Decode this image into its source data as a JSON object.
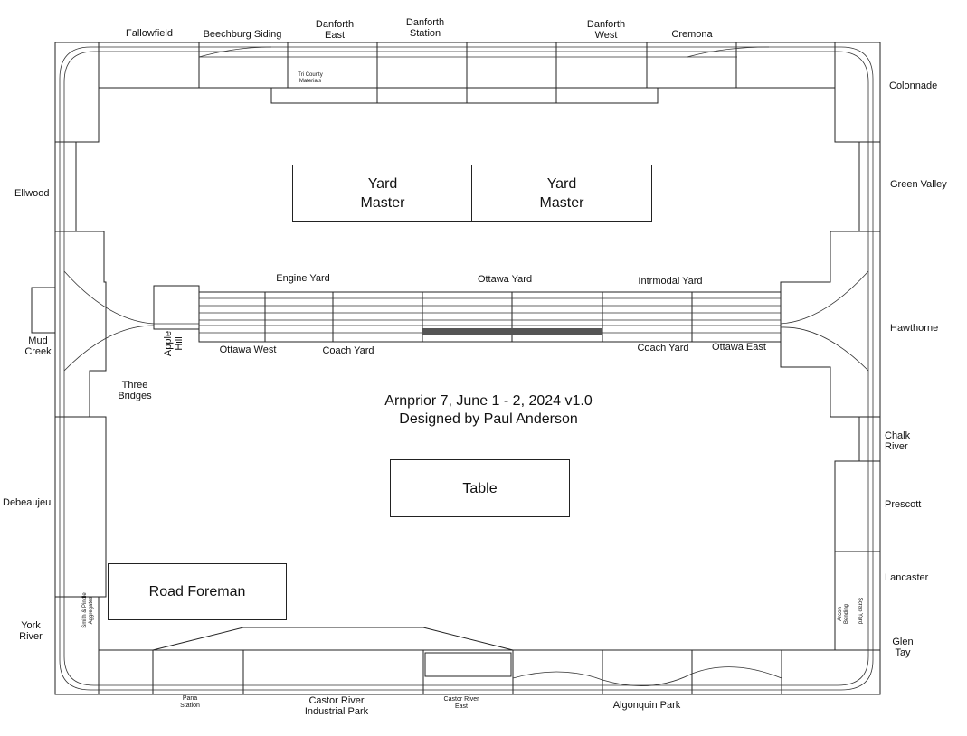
{
  "layout_title": {
    "line1": "Arnprior 7, June 1 - 2, 2024 v1.0",
    "line2": "Designed by Paul Anderson"
  },
  "rooms": {
    "yard_master_1": "Yard\nMaster",
    "yard_master_2": "Yard\nMaster",
    "table": "Table",
    "road_foreman": "Road Foreman"
  },
  "stations": {
    "fallowfield": "Fallowfield",
    "beechburg": "Beechburg Siding",
    "danforth_east": "Danforth\nEast",
    "danforth_station": "Danforth\nStation",
    "danforth_west": "Danforth\nWest",
    "cremona": "Cremona",
    "colonnade": "Colonnade",
    "green_valley": "Green Valley",
    "hawthorne": "Hawthorne",
    "chalk_river": "Chalk\nRiver",
    "prescott": "Prescott",
    "lancaster": "Lancaster",
    "glen_tay": "Glen\nTay",
    "algonquin_park": "Algonquin Park",
    "castor_river_ip": "Castor River\nIndustrial Park",
    "castor_river_east": "Castor River\nEast",
    "pana_station": "Pana\nStation",
    "york_river": "York\nRiver",
    "debeaujeu": "Debeaujeu",
    "mud_creek": "Mud\nCreek",
    "ellwood": "Ellwood",
    "three_bridges": "Three\nBridges",
    "apple_hill": "Apple\nHill",
    "engine_yard": "Engine Yard",
    "ottawa_yard": "Ottawa Yard",
    "intermodal_yard": "Intrmodal Yard",
    "ottawa_west": "Ottawa West",
    "coach_yard_west": "Coach Yard",
    "coach_yard_east": "Coach Yard",
    "ottawa_east": "Ottawa East"
  },
  "industries": {
    "tri_county": "Tri County\nMaterials",
    "smith_pindle": "Smith & Pindle\nAggregates",
    "scrap_yard": "Scrap Yard",
    "arcon_bending": "Arcon\nBending"
  },
  "colors": {
    "line": "#222222",
    "background": "#ffffff",
    "yard_fill": "#555555"
  }
}
